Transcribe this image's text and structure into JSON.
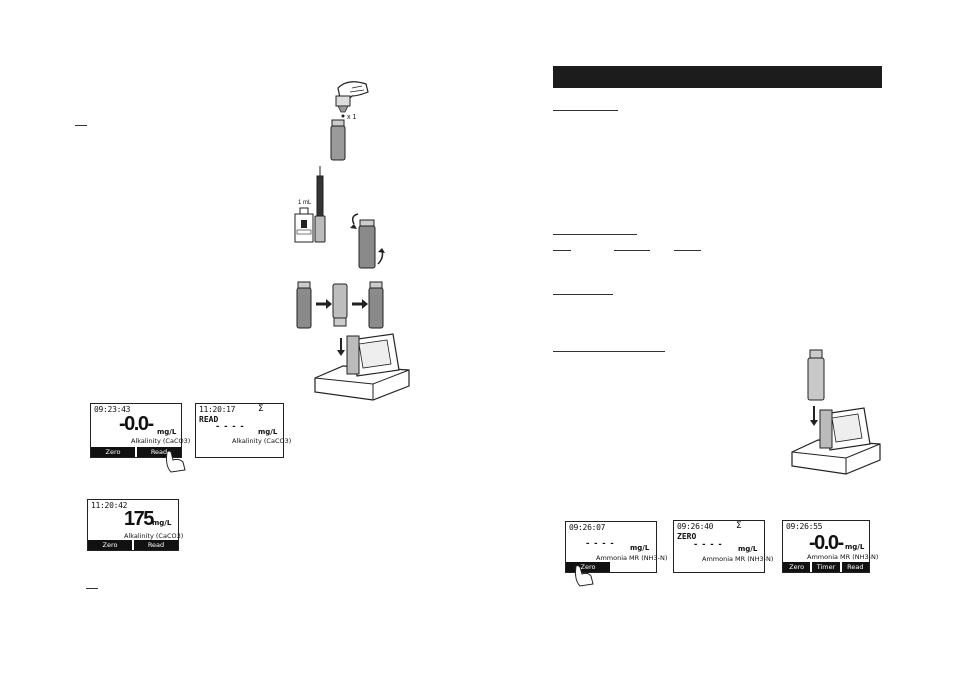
{
  "left_page": {
    "drop_count_label": "x 1",
    "reagent_volume_label": "1 mL",
    "screens": [
      {
        "time": "09:23:43",
        "value": "-0.0-",
        "unit": "mg/L",
        "parameter": "Alkalinity (CaCO3)",
        "softkeys": [
          "Zero",
          "Read"
        ]
      },
      {
        "time": "11:20:17",
        "sigma": "Σ",
        "status": "READ",
        "value": "- - - -",
        "unit": "mg/L",
        "parameter": "Alkalinity (CaCO3)"
      },
      {
        "time": "11:20:42",
        "value": "175",
        "unit": "mg/L",
        "parameter": "Alkalinity (CaCO3)",
        "softkeys": [
          "Zero",
          "Read"
        ]
      }
    ]
  },
  "right_page": {
    "screens": [
      {
        "time": "09:26:07",
        "value": "- - - -",
        "unit": "mg/L",
        "parameter": "Ammonia MR (NH3-N)",
        "softkeys": [
          "Zero",
          ""
        ]
      },
      {
        "time": "09:26:40",
        "sigma": "Σ",
        "status": "ZERO",
        "value": "- - - -",
        "unit": "mg/L",
        "parameter": "Ammonia MR (NH3-N)"
      },
      {
        "time": "09:26:55",
        "value": "-0.0-",
        "unit": "mg/L",
        "parameter": "Ammonia MR (NH3-N)",
        "softkeys": [
          "Zero",
          "Timer",
          "Read"
        ]
      }
    ]
  },
  "colors": {
    "ink": "#111111",
    "header_bar": "#1c1c1c",
    "vial_fill": "#8a8a8a"
  },
  "icons": [
    "hand-dropper-icon",
    "vial-icon",
    "syringe-icon",
    "reagent-bottle-icon",
    "rotate-arrow-icon",
    "arrow-right-icon",
    "meter-instrument-icon",
    "finger-press-icon"
  ]
}
